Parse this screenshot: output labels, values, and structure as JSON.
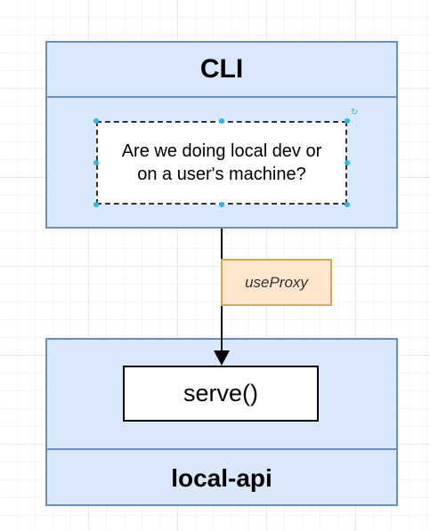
{
  "cli": {
    "title": "CLI",
    "question_line1": "Are we doing local dev or",
    "question_line2": "on a user's machine?"
  },
  "edge_label": "useProxy",
  "local_api": {
    "title": "local-api",
    "function": "serve()"
  },
  "colors": {
    "container_fill": "#dae8fc",
    "container_stroke": "#6c8ebf",
    "label_fill": "#ffe6cc",
    "label_stroke": "#d6a853",
    "selection_handle": "#29b6f2"
  },
  "icons": {
    "rotate_handle": "rotate-icon"
  }
}
